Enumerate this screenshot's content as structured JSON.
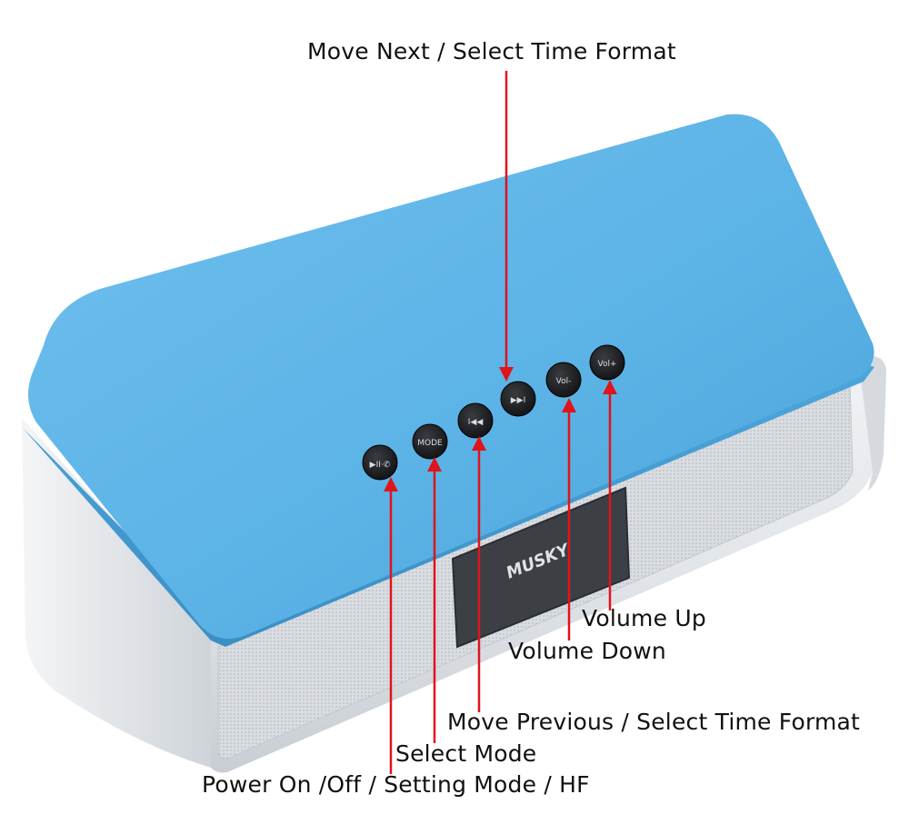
{
  "callouts": {
    "move_next": "Move Next / Select Time Format",
    "volume_up": "Volume Up",
    "volume_down": "Volume Down",
    "move_previous": "Move Previous / Select Time Format",
    "select_mode": "Select Mode",
    "power": "Power On /Off / Setting Mode / HF"
  },
  "buttons": {
    "play_phone": "▶II·✆",
    "mode": "MODE",
    "previous": "I◀◀",
    "next": "▶▶I",
    "vol_down": "Vol-",
    "vol_up": "Vol+"
  },
  "brand": "MUSKY",
  "colors": {
    "top_panel": "#5cb3e6",
    "arrow": "#e0141b",
    "button": "#1b1c1e",
    "display": "#3c4045",
    "silver_body": "#e3e6ea"
  }
}
